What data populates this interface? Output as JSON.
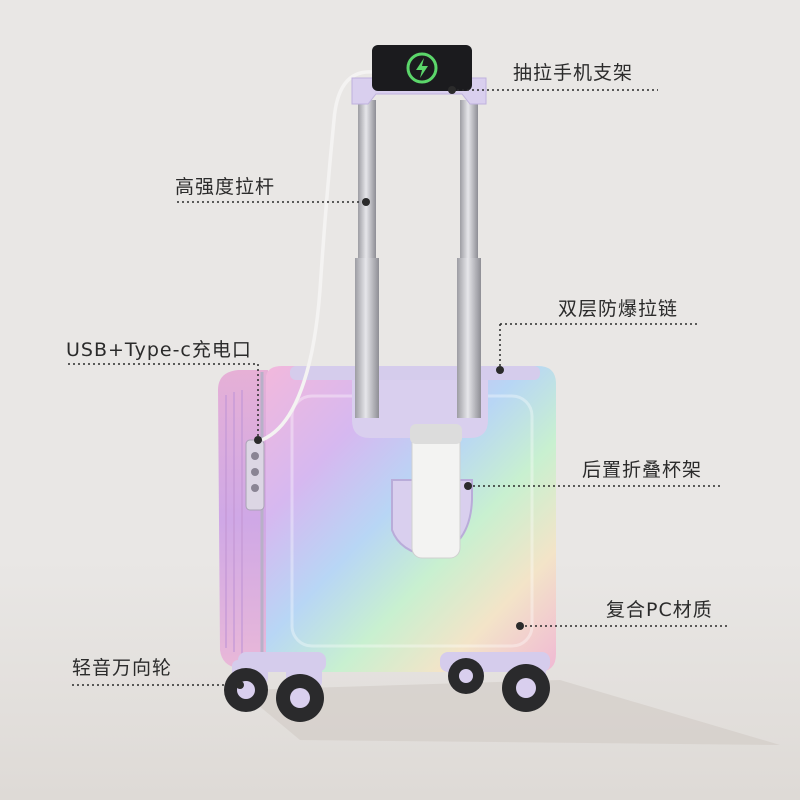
{
  "labels": {
    "phone_holder": "抽拉手机支架",
    "handle": "高强度拉杆",
    "zipper": "双层防爆拉链",
    "usb_port": "USB+Type-c充电口",
    "cup_holder": "后置折叠杯架",
    "material": "复合PC材质",
    "wheels": "轻音万向轮"
  },
  "colors": {
    "background": "#e9e7e5",
    "leader_line": "#2b2b2b",
    "frame_lilac": "#d9cfee",
    "handle_silver": "#c9c9cc"
  },
  "icons": [
    "phone-charging-icon"
  ]
}
